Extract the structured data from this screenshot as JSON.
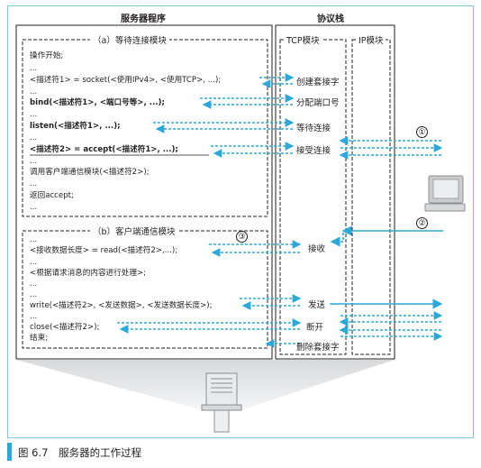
{
  "headers": {
    "server_program": "服务器程序",
    "protocol_stack": "协议栈",
    "tcp_module": "TCP模块",
    "ip_module": "IP模块"
  },
  "wait_module": {
    "title": "（a）等待连接模块",
    "lines": [
      "操作开始;",
      "...",
      "<描述符1> = socket(<使用IPv4>, <使用TCP>, ...);",
      "...",
      "bind(<描述符1>, <端口号等>, ...);",
      "...",
      "listen(<描述符1>, ...);",
      "...",
      "<描述符2> = accept(<描述符1>, ...);",
      "...",
      "调用客户端通信模块(<描述符2>);",
      "...",
      "返回accept;",
      "..."
    ]
  },
  "client_module": {
    "title": "（b）客户端通信模块",
    "lines": [
      "...",
      "<接收数据长度> = read(<描述符2>,...);",
      "...",
      "<根据请求消息的内容进行处理>;",
      "...",
      "...",
      "write(<描述符2>, <发送数据>, <发送数据长度>);",
      "...",
      "close(<描述符2>);",
      "结束;"
    ]
  },
  "tcp_actions": {
    "create_socket": "创建套接字",
    "assign_port": "分配端口号",
    "wait_connect": "等待连接",
    "accept_connect": "接受连接",
    "receive": "接收",
    "send": "发送",
    "disconnect": "断开",
    "delete_socket": "删除套接字"
  },
  "markers": [
    "①",
    "②",
    "③"
  ],
  "caption": {
    "figure_no": "图 6.7",
    "text": "服务器的工作过程"
  },
  "colors": {
    "accent": "#2ea7d9",
    "frame": "#7fc6e4",
    "text": "#231f20"
  },
  "icons": [
    "client-computer-icon",
    "server-tower-icon"
  ]
}
